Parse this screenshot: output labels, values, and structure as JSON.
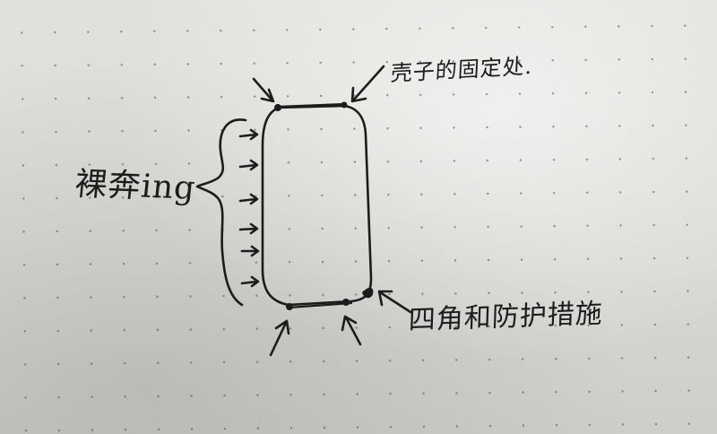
{
  "annotations": {
    "top_right": "壳子的固定处.",
    "left": "裸奔ing",
    "bottom_right": "四角和防护措施"
  },
  "colors": {
    "ink": "#1c1c1c",
    "paper": "#dad9d5"
  }
}
